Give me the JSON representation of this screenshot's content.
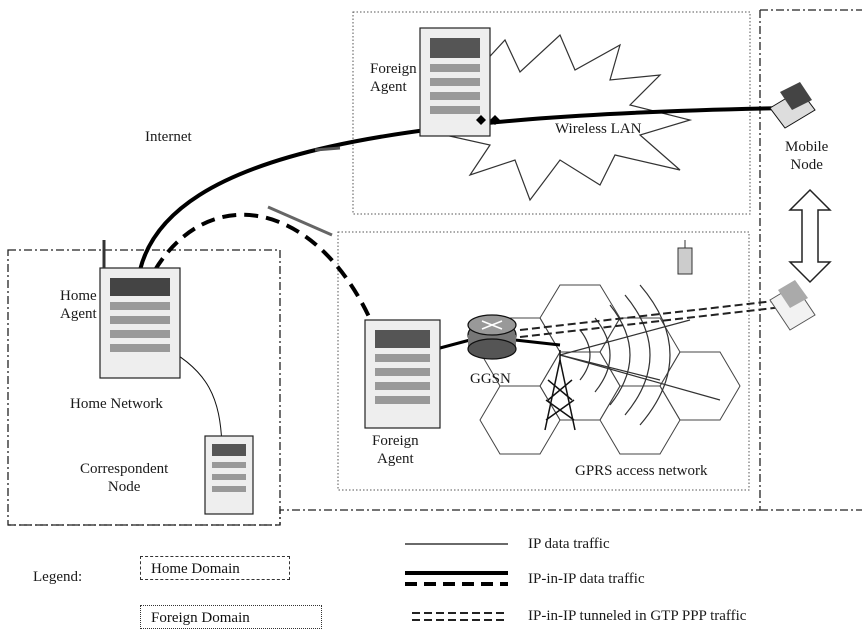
{
  "labels": {
    "internet": "Internet",
    "foreign_agent_top": "Foreign\nAgent",
    "wireless_lan": "Wireless LAN",
    "mobile_node": "Mobile\nNode",
    "home_agent": "Home\nAgent",
    "home_network": "Home Network",
    "correspondent_node": "Correspondent\nNode",
    "ggsn": "GGSN",
    "foreign_agent_bottom": "Foreign\nAgent",
    "gprs_access_network": "GPRS access network"
  },
  "legend": {
    "title": "Legend:",
    "home_domain": "Home Domain",
    "foreign_domain": "Foreign Domain",
    "ip_data_traffic": "IP data traffic",
    "ip_in_ip_data_traffic": "IP-in-IP data traffic",
    "ip_in_ip_tunneled": "IP-in-IP tunneled in GTP PPP traffic"
  },
  "icons": [
    "server-icon",
    "router-icon",
    "antenna-tower-icon",
    "laptop-icon",
    "satellite-icon",
    "double-arrow-icon"
  ]
}
